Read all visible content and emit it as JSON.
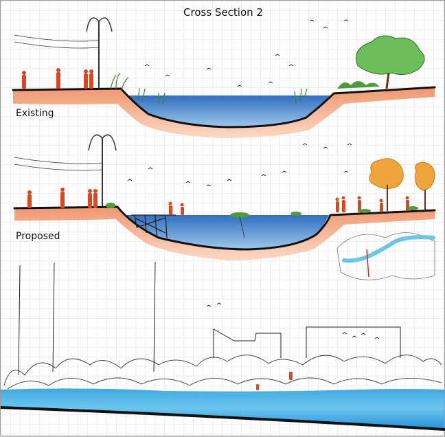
{
  "title": "Cross Section 2",
  "sections": [
    {
      "label": "Existing"
    },
    {
      "label": "Proposed"
    }
  ],
  "colors": {
    "water_top": "#2f6fbf",
    "water_bottom": "#9fc7ea",
    "earth": "#f2a27a",
    "earth_edge": "#e4683f",
    "vegetation": "#4f9a3a",
    "tree_green": "#6dbd5a",
    "tree_orange": "#f0a53a",
    "figure_red": "#d9481e",
    "river_light": "#66c2ea",
    "river_dark": "#1e8fd6"
  }
}
